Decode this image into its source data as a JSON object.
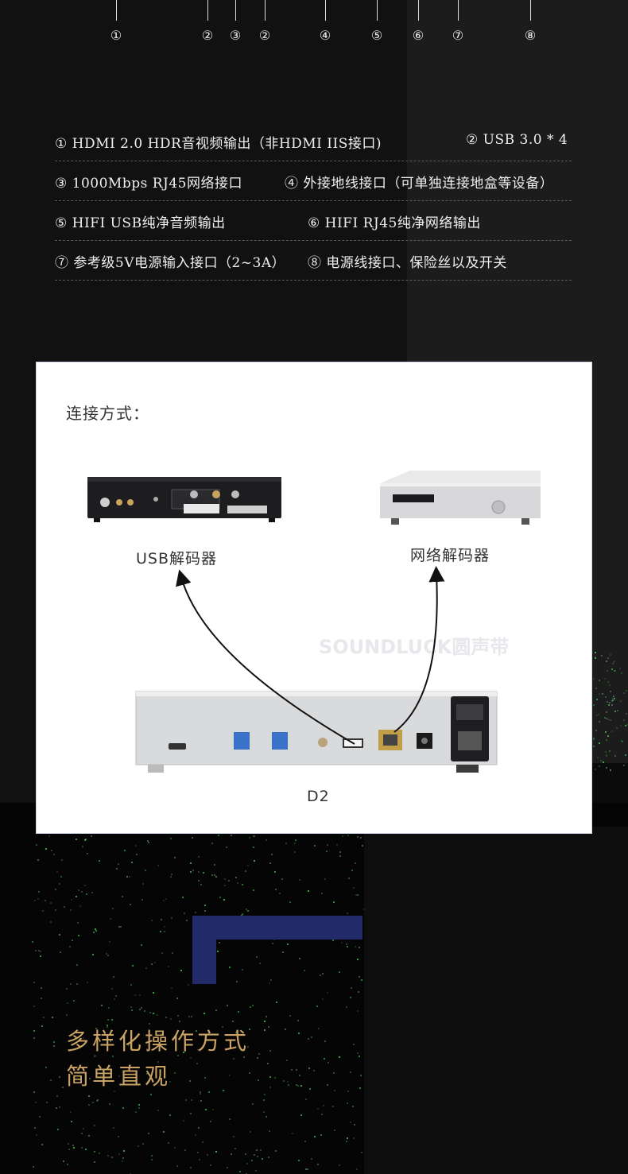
{
  "port_numbers": [
    {
      "label": "①"
    },
    {
      "label": "②"
    },
    {
      "label": "③"
    },
    {
      "label": "②"
    },
    {
      "label": "④"
    },
    {
      "label": "⑤"
    },
    {
      "label": "⑥"
    },
    {
      "label": "⑦"
    },
    {
      "label": "⑧"
    }
  ],
  "specs": {
    "row1": {
      "left": "① HDMI 2.0 HDR音视频输出（非HDMI IIS接口)",
      "right": "② USB 3.0 * 4"
    },
    "row2": {
      "left": "③ 1000Mbps RJ45网络接口",
      "right": "④ 外接地线接口（可单独连接地盒等设备）"
    },
    "row3": {
      "left": "⑤ HIFI USB纯净音频输出",
      "right": "⑥ HIFI RJ45纯净网络输出"
    },
    "row4": {
      "left": "⑦ 参考级5V电源输入接口（2~3A）",
      "right": "⑧ 电源线接口、保险丝以及开关"
    }
  },
  "connection": {
    "title": "连接方式：",
    "usb_decoder": "USB解码器",
    "network_decoder": "网络解码器",
    "device": "D2",
    "watermark": "SOUNDLUCK圆声带"
  },
  "promo": {
    "line1": "多样化操作方式",
    "line2": "简单直观"
  },
  "colors": {
    "accent_gold": "#caa264",
    "accent_navy": "#232a6a",
    "star_green": "#4fd35a"
  }
}
